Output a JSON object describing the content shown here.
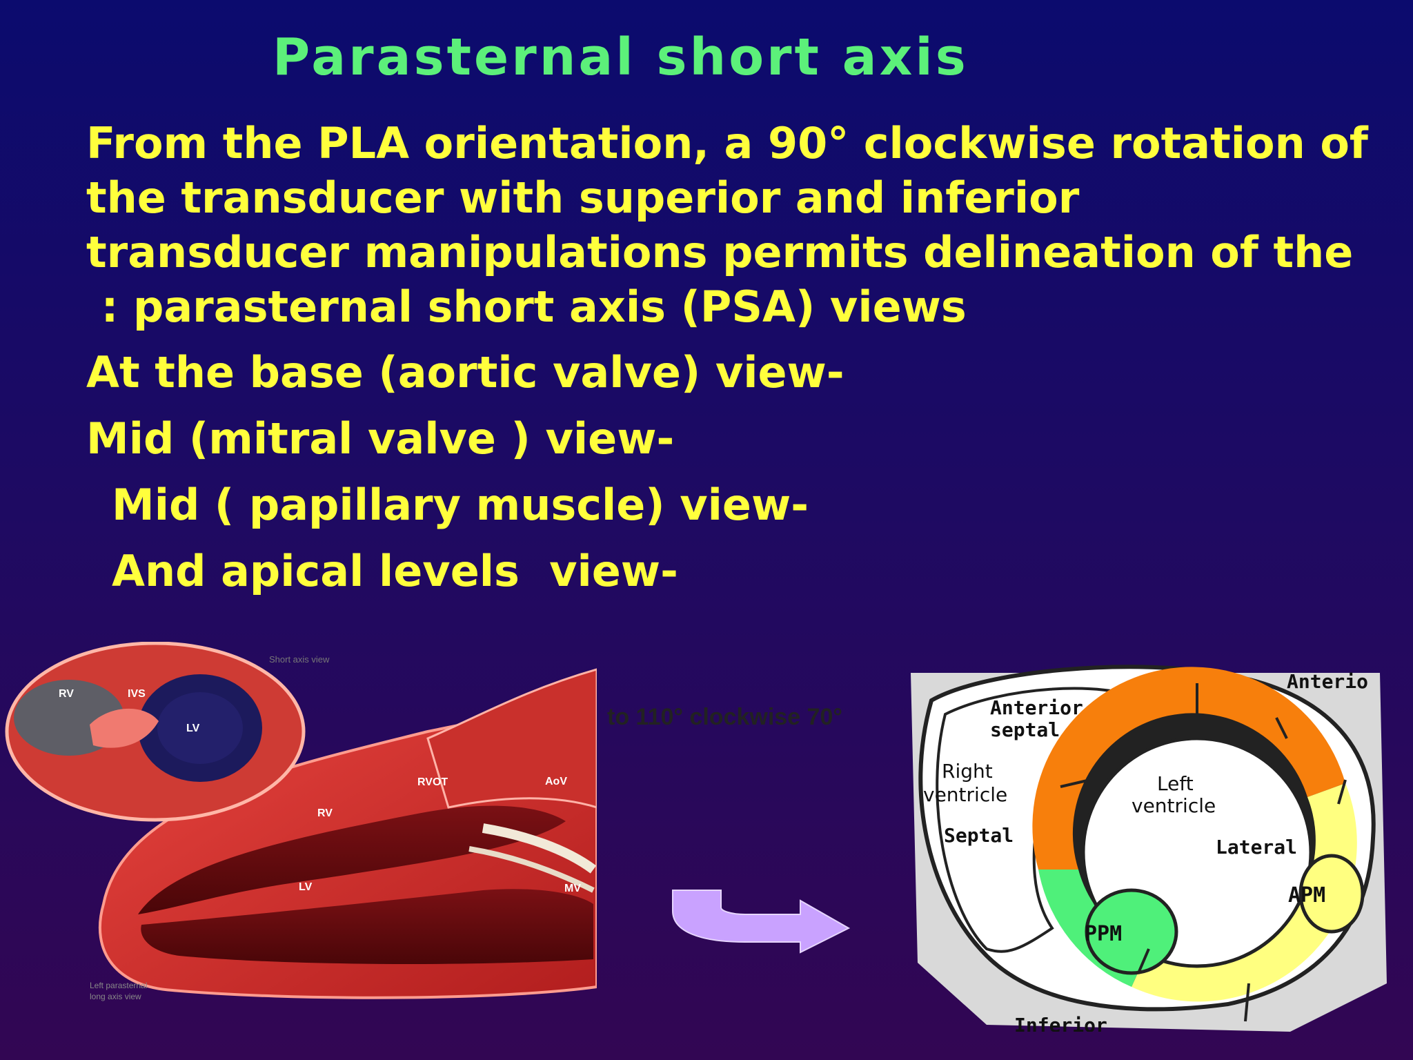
{
  "slide": {
    "title": "Parasternal short axis",
    "paragraph_lines": [
      "From the PLA orientation, a 90° clockwise rotation of",
      "the transducer with superior and inferior",
      "transducer manipulations permits delineation of the",
      " : parasternal short axis (PSA) views"
    ],
    "bullets": [
      "At the base (aortic valve) view-",
      "Mid (mitral valve ) view-",
      "Mid ( papillary muscle) view-",
      "And apical levels  view-"
    ]
  },
  "left_figure": {
    "labels": {
      "rv_top": "RV",
      "ivs": "IVS",
      "lv_top": "LV",
      "rvot": "RVOT",
      "aov": "AoV",
      "rv_bottom": "RV",
      "lv_bottom": "LV",
      "mv": "MV"
    },
    "caption_top": "Short axis view",
    "caption_bottom_1": "Left parasternal",
    "caption_bottom_2": "long axis view"
  },
  "rotation_label": "to 110° clockwise 70°",
  "right_diagram": {
    "labels": {
      "anterior": "Anterio",
      "anterior_septal_1": "Anterior",
      "anterior_septal_2": "septal",
      "right_ventricle_1": "Right",
      "right_ventricle_2": "ventricle",
      "left_ventricle_1": "Left",
      "left_ventricle_2": "ventricle",
      "septal": "Septal",
      "lateral": "Lateral",
      "apm": "APM",
      "ppm": "PPM",
      "inferior": "Inferior"
    }
  },
  "colors": {
    "title": "#5cf07a",
    "body_text": "#ffff3c",
    "orange_segment": "#f77f0c",
    "yellow_segment": "#ffff80",
    "green_segment": "#4ff07a",
    "arrow": "#c9a2ff"
  }
}
